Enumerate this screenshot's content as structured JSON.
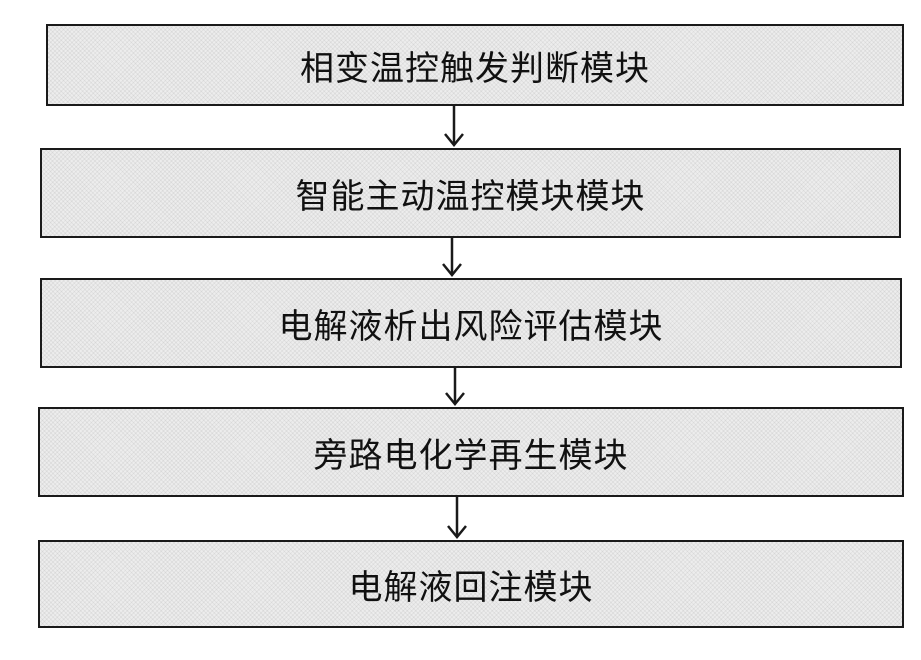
{
  "flowchart": {
    "steps": [
      {
        "label": "相变温控触发判断模块"
      },
      {
        "label": "智能主动温控模块模块"
      },
      {
        "label": "电解液析出风险评估模块"
      },
      {
        "label": "旁路电化学再生模块"
      },
      {
        "label": "电解液回注模块"
      }
    ],
    "colors": {
      "box_border": "#1a1a1a",
      "box_fill": "#ededed",
      "arrow": "#1a1a1a",
      "text": "#111111"
    }
  }
}
